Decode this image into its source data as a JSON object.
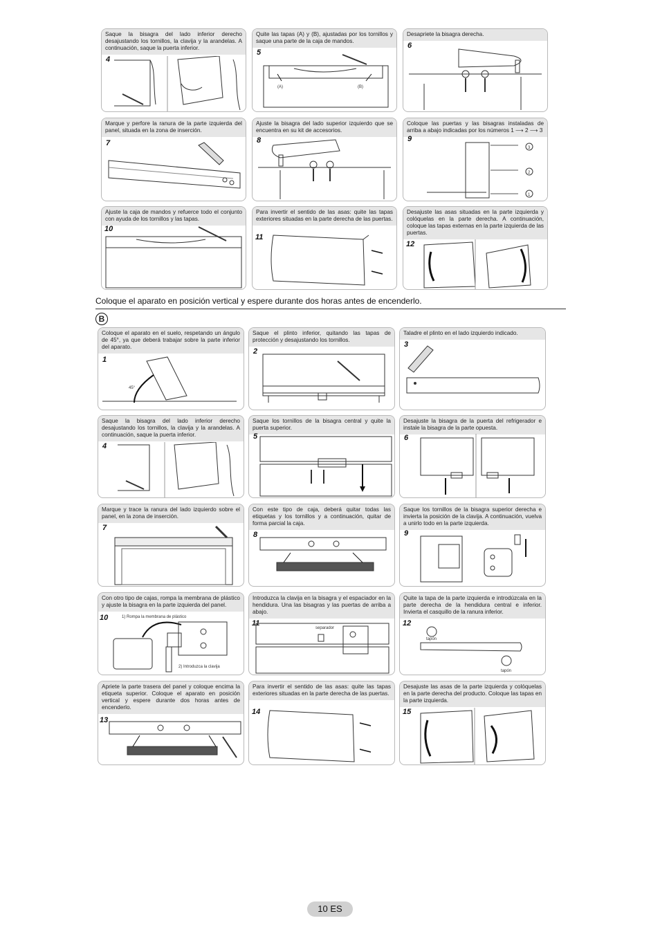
{
  "section_a": {
    "steps": [
      {
        "num": "4",
        "text": "Saque la bisagra del lado inferior derecho desajustando los tornillos, la clavija y la arandelas. A continuación, saque la puerta inferior."
      },
      {
        "num": "5",
        "text": "Quite las tapas (A) y (B), ajustadas por los tornillos y saque una parte de la caja de mandos.",
        "label_a": "(A)",
        "label_b": "(B)"
      },
      {
        "num": "6",
        "text": "Desapriete la bisagra derecha."
      },
      {
        "num": "7",
        "text": "Marque y perfore la ranura de la parte izquierda del panel, situada en la zona de inserción."
      },
      {
        "num": "8",
        "text": "Ajuste la bisagra del lado superior izquierdo que se encuentra en su kit de accesorios."
      },
      {
        "num": "9",
        "text": "Coloque las puertas y las bisagras instaladas de arriba a abajo indicadas por los números 1 ⟶ 2 ⟶ 3",
        "circle_1": "1",
        "circle_2": "2",
        "circle_3": "3"
      },
      {
        "num": "10",
        "text": "Ajuste la caja de mandos y refuerce todo el conjunto con ayuda de los tornillos y las tapas."
      },
      {
        "num": "11",
        "text": "Para invertir el sentido de las asas: quite las tapas exteriores situadas en la parte derecha de las puertas."
      },
      {
        "num": "12",
        "text": "Desajuste las asas situadas en la parte izquierda y colóquelas en la parte derecha. A continuación, coloque las tapas externas en la parte izquierda de las puertas."
      }
    ]
  },
  "note": "Coloque el aparato en posición vertical y espere durante dos horas antes de encenderlo.",
  "section_b": {
    "badge": "B",
    "steps": [
      {
        "num": "1",
        "text": "Coloque el aparato en el suelo, respetando un ángulo de 45°, ya que deberá trabajar sobre la parte inferior del aparato.",
        "angle_label": "45°"
      },
      {
        "num": "2",
        "text": "Saque el plinto inferior, quitando las tapas de protección y desajustando los tornillos."
      },
      {
        "num": "3",
        "text": "Taladre el plinto en el lado izquierdo indicado."
      },
      {
        "num": "4",
        "text": "Saque la bisagra del lado inferior derecho desajustando los tornillos, la clavija y la arandelas. A continuación, saque la puerta inferior."
      },
      {
        "num": "5",
        "text": "Saque los tornillos de la bisagra central y quite la puerta superior."
      },
      {
        "num": "6",
        "text": "Desajuste la bisagra de la puerta del refrigerador e instale la bisagra de la parte opuesta."
      },
      {
        "num": "7",
        "text": "Marque y trace la ranura del lado izquierdo sobre el panel, en la zona de inserción."
      },
      {
        "num": "8",
        "text": "Con este tipo de caja, deberá quitar todas las etiquetas y los tornillos y a continuación, quitar de forma parcial la caja."
      },
      {
        "num": "9",
        "text": "Saque los tornillos de la bisagra superior derecha e invierta la posición de la clavija. A continuación, vuelva a unirlo todo en la parte izquierda."
      },
      {
        "num": "10",
        "text": "Con otro tipo de cajas, rompa la membrana de plástico y ajuste la bisagra en la parte izquierda del panel.",
        "label_1": "1) Rompa la membrana de plástico",
        "label_2": "2) Introduzca la clavija"
      },
      {
        "num": "11",
        "text": "Introduzca la clavija en la bisagra y el espaciador en la hendidura. Una las bisagras y las puertas de arriba a abajo.",
        "label_spacer": "separador"
      },
      {
        "num": "12",
        "text": "Quite la tapa de la parte izquierda e introdúzcala en la parte derecha de la hendidura central e inferior. Invierta el casquillo de la ranura inferior.",
        "label_cap": "tapón"
      },
      {
        "num": "13",
        "text": "Apriete la parte trasera del panel y coloque encima la etiqueta superior. Coloque el aparato en posición vertical y espere durante dos horas antes de encenderlo."
      },
      {
        "num": "14",
        "text": "Para invertir el sentido de las asas: quite las tapas exteriores situadas en la parte derecha de las puertas."
      },
      {
        "num": "15",
        "text": "Desajuste las asas de la parte izquierda y colóquelas en la parte derecha del producto. Coloque las tapas en la parte izquierda."
      }
    ]
  },
  "footer": {
    "page": "10 ES"
  }
}
